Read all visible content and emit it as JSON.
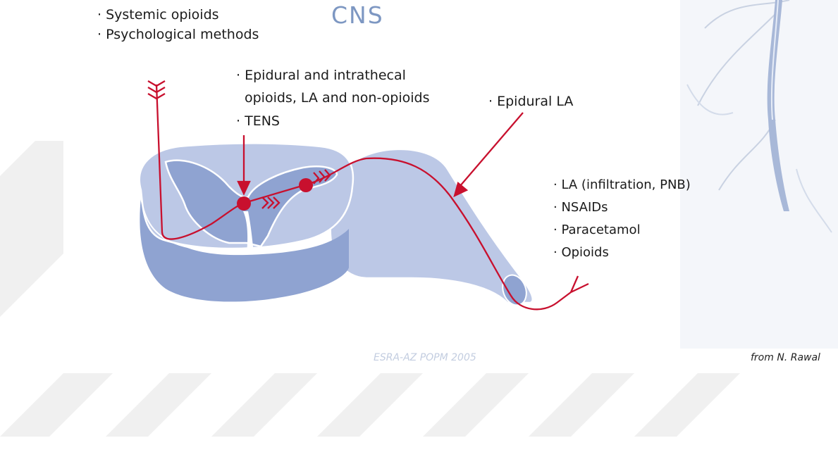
{
  "title": "CNS",
  "labels": {
    "top_left": [
      "Systemic opioids",
      "Psychological methods"
    ],
    "middle": [
      "Epidural and intrathecal",
      "opioids, LA and non-opioids",
      "TENS"
    ],
    "epidural": "Epidural LA",
    "right": [
      "LA (infiltration, PNB)",
      "NSAIDs",
      "Paracetamol",
      "Opioids"
    ]
  },
  "watermark": "ESRA-AZ POPM 2005",
  "credit": "from N. Rawal",
  "colors": {
    "nerve_red": "#c8102e",
    "cord_light": "#bcc8e6",
    "cord_dark": "#8fa3d1",
    "title_blue": "#7d97c2",
    "stripe": "#f0f0f0"
  }
}
